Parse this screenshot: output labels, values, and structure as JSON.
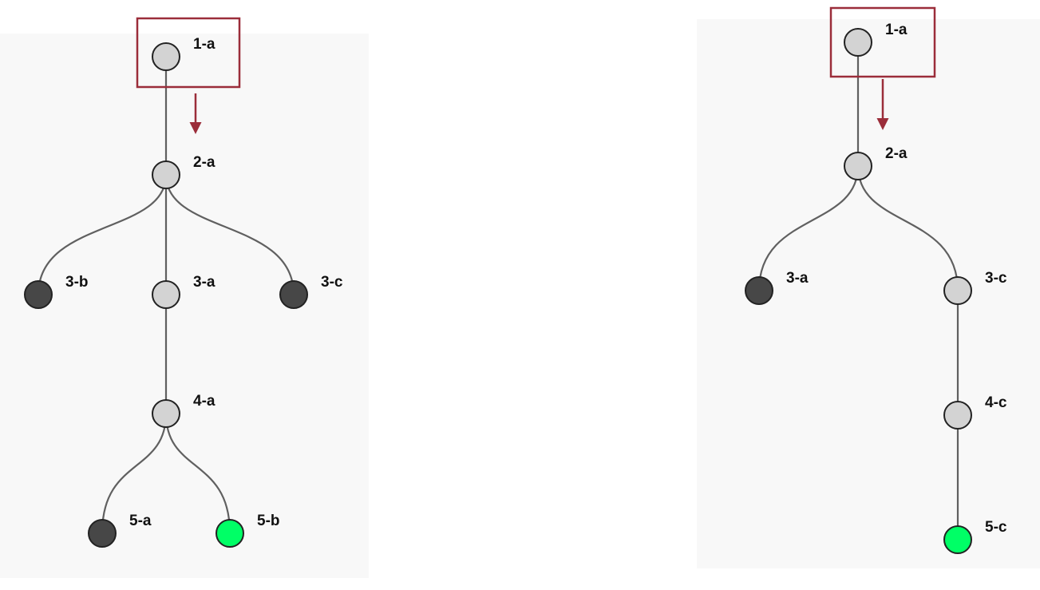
{
  "colors": {
    "panel_background": "#f8f8f8",
    "highlight": "#9b2d3a",
    "node_light": "#d3d3d3",
    "node_dark": "#474747",
    "node_goal": "#00ff66",
    "edge": "#606060"
  },
  "trees": [
    {
      "nodes": [
        {
          "id": "1-a",
          "label": "1-a",
          "state": "light"
        },
        {
          "id": "2-a",
          "label": "2-a",
          "state": "light"
        },
        {
          "id": "3-b",
          "label": "3-b",
          "state": "dark"
        },
        {
          "id": "3-a",
          "label": "3-a",
          "state": "light"
        },
        {
          "id": "3-c",
          "label": "3-c",
          "state": "dark"
        },
        {
          "id": "4-a",
          "label": "4-a",
          "state": "light"
        },
        {
          "id": "5-a",
          "label": "5-a",
          "state": "dark"
        },
        {
          "id": "5-b",
          "label": "5-b",
          "state": "goal"
        }
      ],
      "edges": [
        [
          "1-a",
          "2-a"
        ],
        [
          "2-a",
          "3-b"
        ],
        [
          "2-a",
          "3-a"
        ],
        [
          "2-a",
          "3-c"
        ],
        [
          "3-a",
          "4-a"
        ],
        [
          "4-a",
          "5-a"
        ],
        [
          "4-a",
          "5-b"
        ]
      ],
      "highlighted_node": "1-a"
    },
    {
      "nodes": [
        {
          "id": "1-a",
          "label": "1-a",
          "state": "light"
        },
        {
          "id": "2-a",
          "label": "2-a",
          "state": "light"
        },
        {
          "id": "3-a",
          "label": "3-a",
          "state": "dark"
        },
        {
          "id": "3-c",
          "label": "3-c",
          "state": "light"
        },
        {
          "id": "4-c",
          "label": "4-c",
          "state": "light"
        },
        {
          "id": "5-c",
          "label": "5-c",
          "state": "goal"
        }
      ],
      "edges": [
        [
          "1-a",
          "2-a"
        ],
        [
          "2-a",
          "3-a"
        ],
        [
          "2-a",
          "3-c"
        ],
        [
          "3-c",
          "4-c"
        ],
        [
          "4-c",
          "5-c"
        ]
      ],
      "highlighted_node": "1-a"
    }
  ]
}
